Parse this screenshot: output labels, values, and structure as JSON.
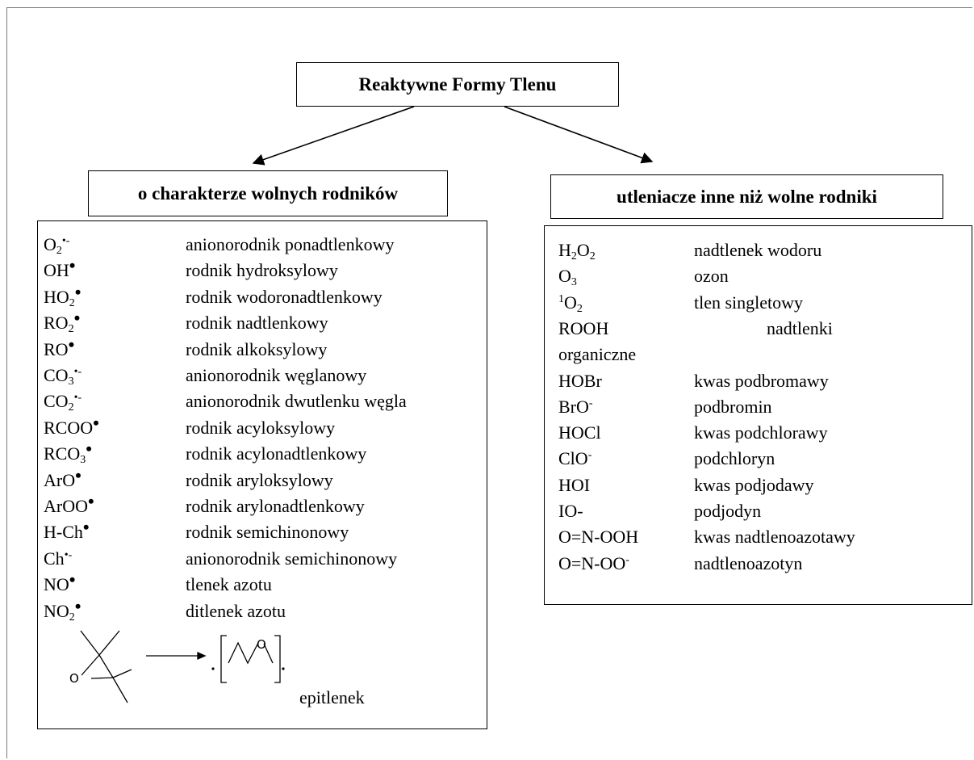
{
  "title": "Reaktywne Formy Tlenu",
  "left": {
    "heading": "o charakterze wolnych rodników",
    "items": [
      {
        "formula_html": "O<sub>2</sub><sup>•-</sup>",
        "name": "anionorodnik ponadtlenkowy"
      },
      {
        "formula_html": "OH<span class=\"dot\">•</span>",
        "name": "rodnik hydroksylowy"
      },
      {
        "formula_html": "HO<sub>2</sub><span class=\"dot\">•</span>",
        "name": "rodnik wodoronadtlenkowy"
      },
      {
        "formula_html": "RO<sub>2</sub><span class=\"dot\">•</span>",
        "name": "rodnik nadtlenkowy"
      },
      {
        "formula_html": "RO<span class=\"dot\">•</span>",
        "name": "rodnik alkoksylowy"
      },
      {
        "formula_html": "CO<sub>3</sub><sup>•-</sup>",
        "name": "anionorodnik węglanowy"
      },
      {
        "formula_html": "CO<sub>2</sub><sup>•-</sup>",
        "name": "anionorodnik dwutlenku węgla"
      },
      {
        "formula_html": "RCOO<span class=\"dot\">•</span>",
        "name": "rodnik acyloksylowy"
      },
      {
        "formula_html": "RCO<sub>3</sub><span class=\"dot\">•</span>",
        "name": "rodnik acylonadtlenkowy"
      },
      {
        "formula_html": "ArO<span class=\"dot\">•</span>",
        "name": "rodnik aryloksylowy"
      },
      {
        "formula_html": "ArOO<span class=\"dot\">•</span>",
        "name": "rodnik arylonadtlenkowy"
      },
      {
        "formula_html": "H-Ch<span class=\"dot\">•</span>",
        "name": "rodnik semichinonowy"
      },
      {
        "formula_html": "Ch<sup>•-</sup>",
        "name": "anionorodnik semichinonowy"
      },
      {
        "formula_html": "NO<span class=\"dot\">•</span>",
        "name": "tlenek azotu"
      },
      {
        "formula_html": "NO<sub>2</sub><span class=\"dot\">•</span>",
        "name": "ditlenek azotu"
      }
    ],
    "epoxide_atom": "O",
    "epoxide_label": "epitlenek"
  },
  "right": {
    "heading": "utleniacze inne niż wolne rodniki",
    "items": [
      {
        "formula_html": "H<sub>2</sub>O<sub>2</sub>",
        "name": "nadtlenek wodoru"
      },
      {
        "formula_html": "O<sub>3</sub>",
        "name": "ozon"
      },
      {
        "formula_html": "<sup>1</sup>O<sub>2</sub>",
        "name": "tlen singletowy"
      },
      {
        "formula_html": "ROOH",
        "name": "nadtlenki"
      },
      {
        "formula_html": "organiczne",
        "name": ""
      },
      {
        "formula_html": "HOBr",
        "name": "kwas podbromawy"
      },
      {
        "formula_html": "BrO<sup>-</sup>",
        "name": "podbromin"
      },
      {
        "formula_html": "HOCl",
        "name": "kwas podchlorawy"
      },
      {
        "formula_html": "ClO<sup>-</sup>",
        "name": "podchloryn"
      },
      {
        "formula_html": "HOI",
        "name": "kwas podjodawy"
      },
      {
        "formula_html": "IO-",
        "name": "podjodyn"
      },
      {
        "formula_html": "O=N-OOH",
        "name": "kwas nadtlenoazotawy"
      },
      {
        "formula_html": "O=N-OO<sup>-</sup>",
        "name": "nadtlenoazotyn"
      }
    ]
  },
  "colors": {
    "line": "#000000",
    "frame": "#7a7a7a",
    "background": "#ffffff"
  }
}
